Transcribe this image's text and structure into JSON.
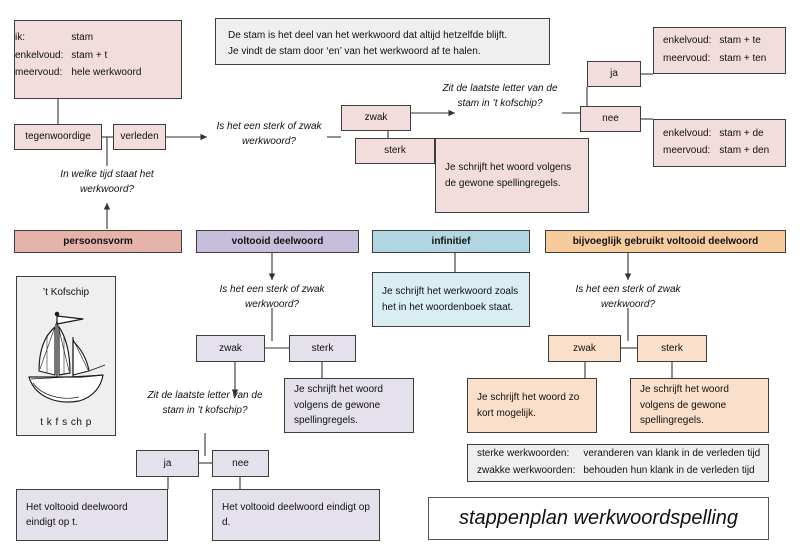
{
  "title_box": {
    "text": "stappenplan werkwoordspelling"
  },
  "stam_note": {
    "line1": "De stam is het deel van het werkwoord dat altijd hetzelfde blijft.",
    "line2": "Je vindt de stam door ‘en’ van het werkwoord af te halen."
  },
  "persoonsvorm": {
    "tegenwoordige_result": [
      {
        "k": "ik:",
        "v": "stam"
      },
      {
        "k": "enkelvoud:",
        "v": "stam + t"
      },
      {
        "k": "meervoud:",
        "v": "hele werkwoord"
      }
    ],
    "tegenwoordige_label": "tegenwoordige",
    "verleden_label": "verleden",
    "question_tijd": "In welke tijd staat het werkwoord?",
    "question_sterk_zwak": "Is het een sterk of zwak werkwoord?",
    "zwak_label": "zwak",
    "sterk_label": "sterk",
    "question_kofschip": "Zit de laatste letter van de stam in ’t kofschip?",
    "ja_label": "ja",
    "nee_label": "nee",
    "ja_result": [
      {
        "k": "enkelvoud:",
        "v": "stam + te"
      },
      {
        "k": "meervoud:",
        "v": "stam + ten"
      }
    ],
    "nee_result": [
      {
        "k": "enkelvoud:",
        "v": "stam + de"
      },
      {
        "k": "meervoud:",
        "v": "stam + den"
      }
    ],
    "sterk_result": "Je schrijft het woord volgens de gewone spellingregels.",
    "header": "persoonsvorm"
  },
  "kofschip": {
    "title": "’t Kofschip",
    "letters": "t  k  f  s  ch  p",
    "icon": "sailing-ship-illustration"
  },
  "voltooid": {
    "header": "voltooid deelwoord",
    "question_sterk_zwak": "Is het een sterk of zwak werkwoord?",
    "zwak_label": "zwak",
    "sterk_label": "sterk",
    "sterk_result": "Je schrijft het woord volgens de gewone spellingregels.",
    "question_kofschip": "Zit de laatste letter van de stam in ’t kofschip?",
    "ja_label": "ja",
    "nee_label": "nee",
    "ja_result": "Het voltooid deelwoord eindigt op t.",
    "nee_result": "Het voltooid deelwoord eindigt op d."
  },
  "infinitief": {
    "header": "infinitief",
    "result": "Je schrijft het werkwoord zoals het in het woordenboek staat."
  },
  "bijvoeglijk": {
    "header": "bijvoeglijk gebruikt voltooid deelwoord",
    "question_sterk_zwak": "Is het een sterk of zwak werkwoord?",
    "zwak_label": "zwak",
    "sterk_label": "sterk",
    "zwak_result": "Je schrijft het woord zo kort mogelijk.",
    "sterk_result": "Je schrijft het woord volgens de gewone spellingregels."
  },
  "legend": [
    {
      "k": "sterke werkwoorden:",
      "v": "veranderen van klank in de verleden tijd"
    },
    {
      "k": "zwakke werkwoorden:",
      "v": "behouden hun klank in de verleden tijd"
    }
  ],
  "colors": {
    "pink": "#f2dcdc",
    "pink_header": "#e5b3aa",
    "purple": "#e4e0ec",
    "purple_header": "#c7bedb",
    "blue": "#d9edf2",
    "blue_header": "#b2d7e3",
    "orange": "#fae0cb",
    "orange_header": "#f8cb9e",
    "grey": "#efefef",
    "stroke": "#3d3d3d"
  }
}
